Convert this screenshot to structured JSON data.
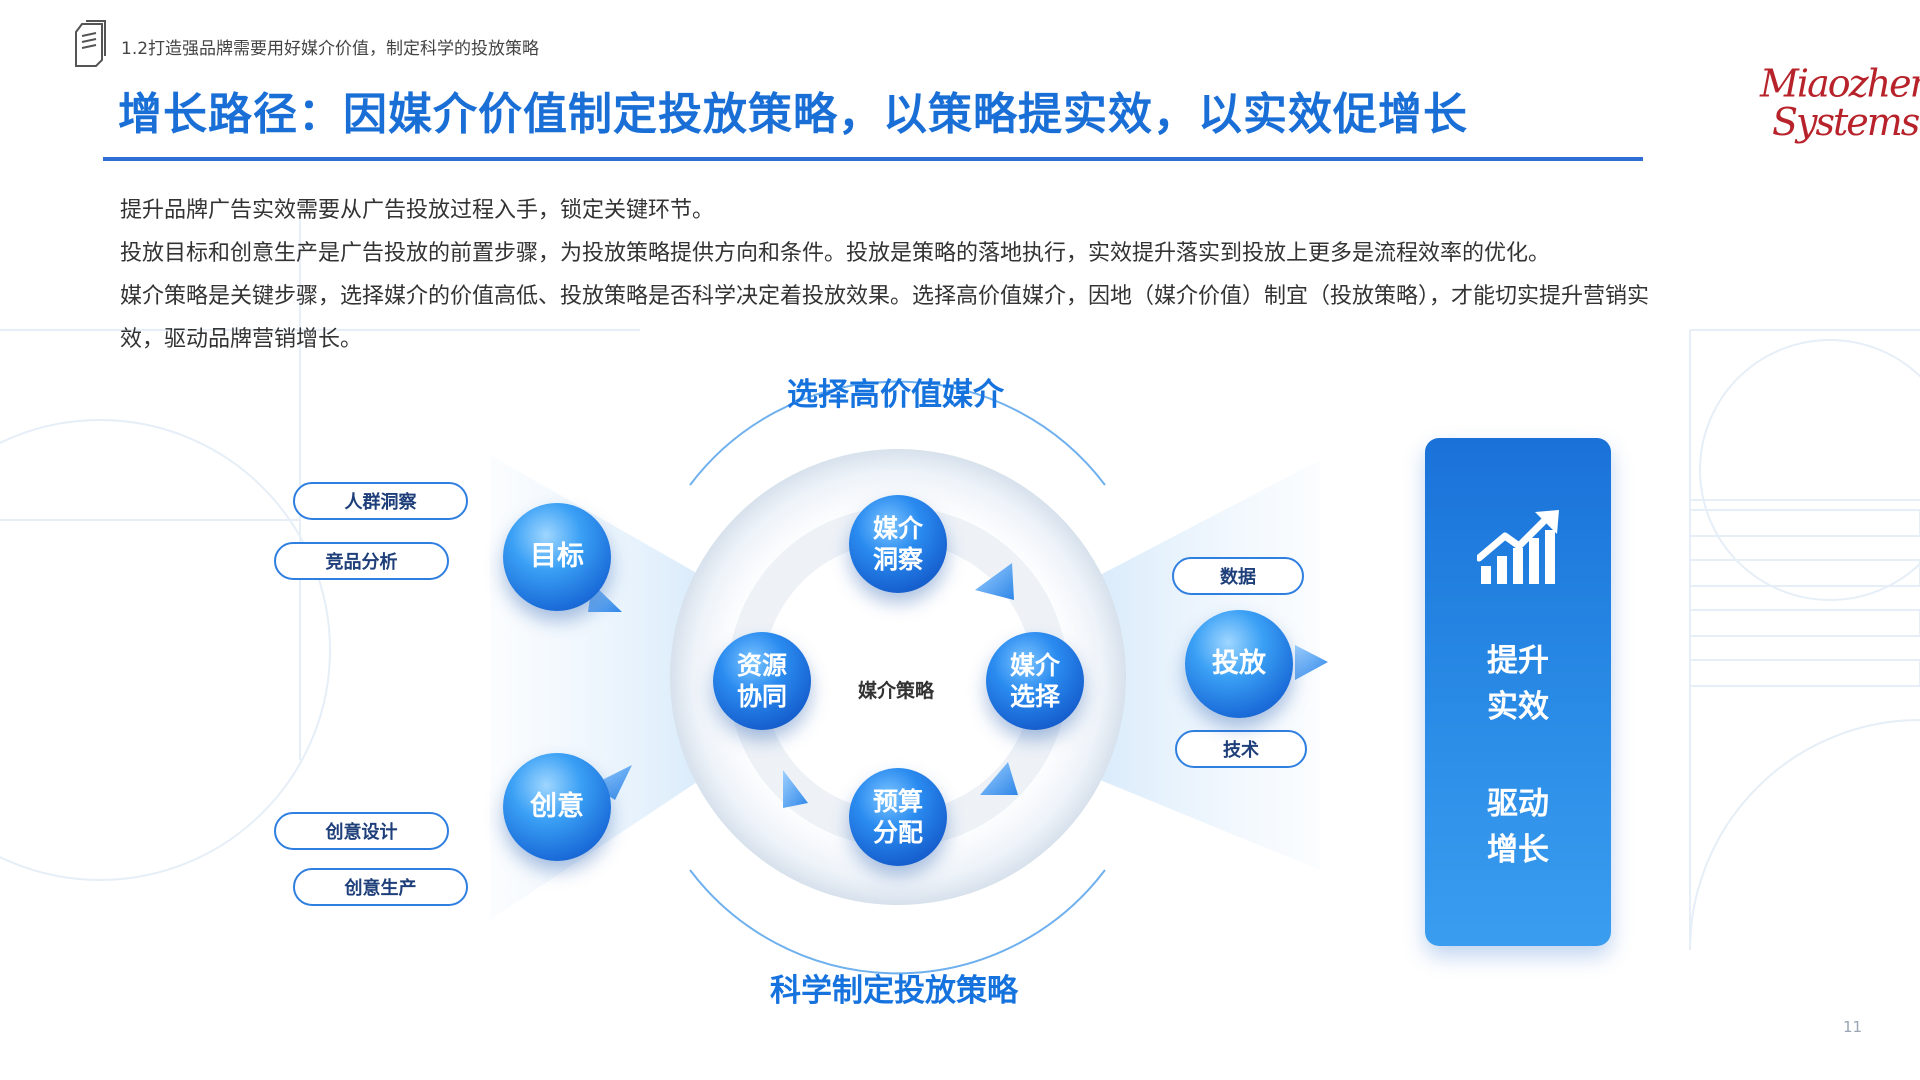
{
  "header": {
    "breadcrumb": "1.2打造强品牌需要用好媒介价值，制定科学的投放策略",
    "title": "增长路径：因媒介价值制定投放策略，以策略提实效，以实效促增长",
    "logo_line1": "Miaozhen",
    "logo_line2": "Systems",
    "logo_mark": "®"
  },
  "intro": {
    "lines": [
      "提升品牌广告实效需要从广告投放过程入手，锁定关键环节。",
      "投放目标和创意生产是广告投放的前置步骤，为投放策略提供方向和条件。投放是策略的落地执行，实效提升落实到投放上更多是流程效率的优化。",
      "媒介策略是关键步骤，选择媒介的价值高低、投放策略是否科学决定着投放效果。选择高价值媒介，因地（媒介价值）制宜（投放策略），才能切实提升营销实",
      "效，驱动品牌营销增长。"
    ]
  },
  "diagram": {
    "top_label": "选择高价值媒介",
    "bottom_label": "科学制定投放策略",
    "center_label": "媒介策略",
    "left": {
      "goal": {
        "label": "目标",
        "tags": [
          "人群洞察",
          "竞品分析"
        ]
      },
      "creative": {
        "label": "创意",
        "tags": [
          "创意设计",
          "创意生产"
        ]
      }
    },
    "cycle": {
      "top": [
        "媒介",
        "洞察"
      ],
      "right": [
        "媒介",
        "选择"
      ],
      "bottom": [
        "预算",
        "分配"
      ],
      "left": [
        "资源",
        "协同"
      ]
    },
    "right": {
      "delivery": {
        "label": "投放",
        "tags": [
          "数据",
          "技术"
        ]
      }
    },
    "result": {
      "icon": "growth-chart-icon",
      "line1": [
        "提升",
        "实效"
      ],
      "line2": [
        "驱动",
        "增长"
      ]
    }
  },
  "colors": {
    "primary": "#1a6fd6",
    "accent": "#2f7fe0",
    "logo": "#b8232b"
  },
  "page_number": "11"
}
